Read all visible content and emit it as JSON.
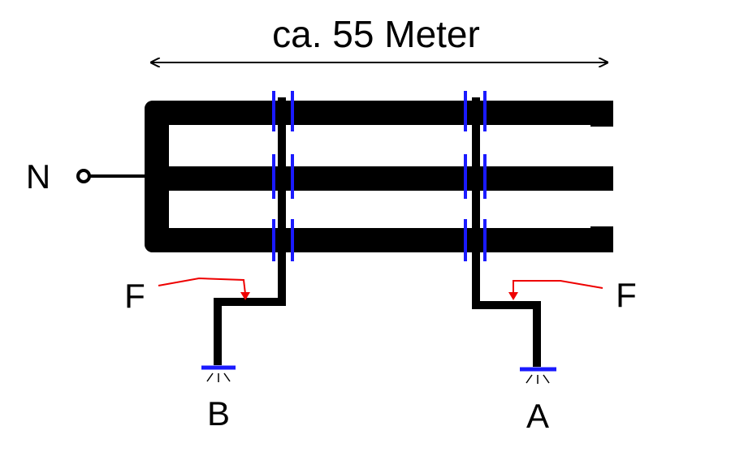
{
  "dimension": {
    "label": "ca. 55 Meter"
  },
  "terminals": {
    "n": "N",
    "a": "A",
    "b": "B"
  },
  "faults": {
    "left": "F",
    "right": "F"
  },
  "colors": {
    "conductor": "#000000",
    "marker": "#1a1aff",
    "fault": "#ee0000"
  }
}
